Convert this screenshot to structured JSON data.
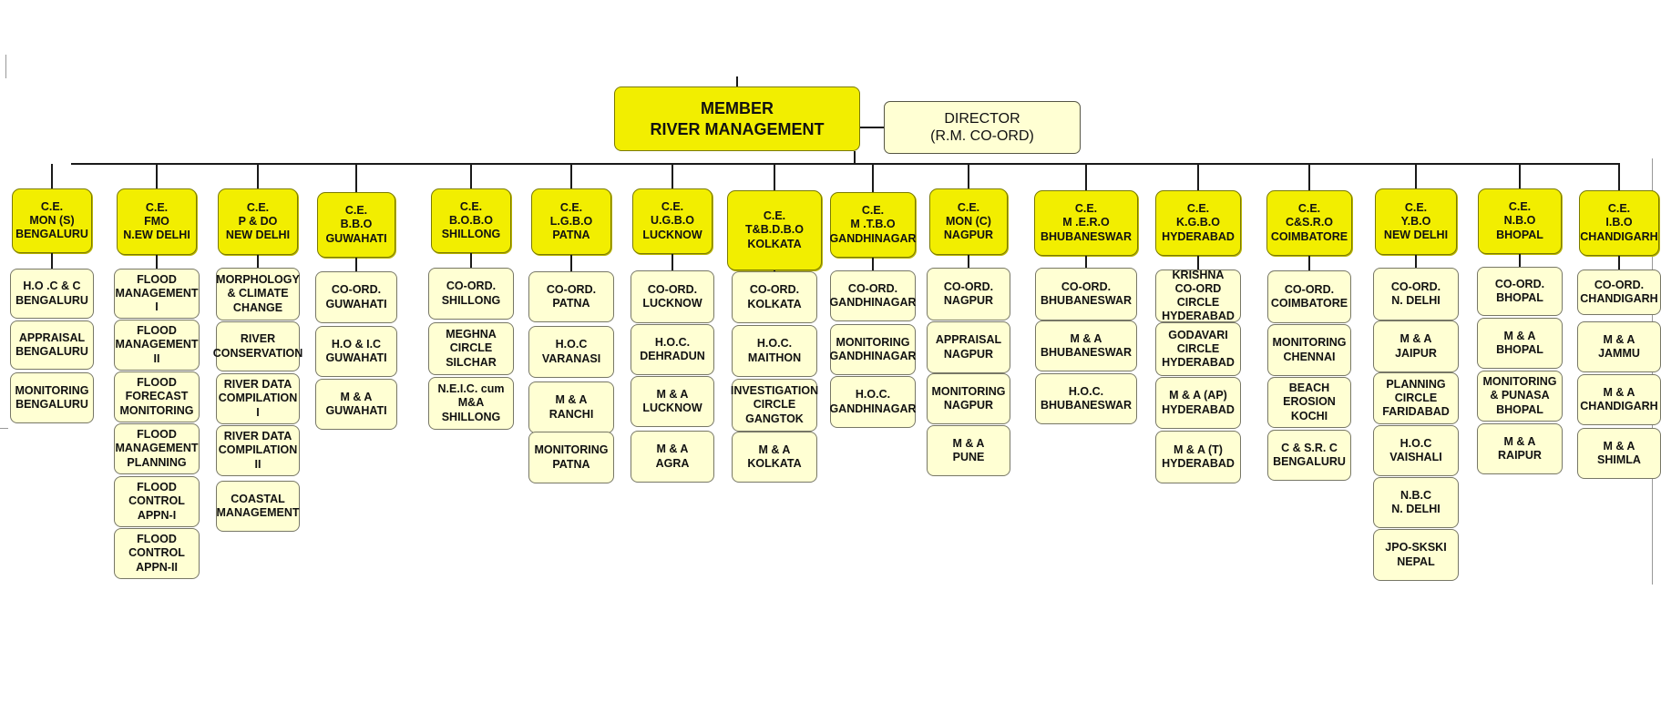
{
  "member": {
    "label": "MEMBER\nRIVER MANAGEMENT"
  },
  "director": {
    "label": "DIRECTOR\n(R.M. CO-ORD)"
  },
  "columns": [
    {
      "head": "C.E.\nMON (S)\nBENGALURU",
      "units": [
        "H.O .C & C\nBENGALURU",
        "APPRAISAL\nBENGALURU",
        "MONITORING\nBENGALURU"
      ]
    },
    {
      "head": "C.E.\nFMO\nN.EW DELHI",
      "units": [
        "FLOOD\nMANAGEMENT\nI",
        "FLOOD\nMANAGEMENT\nII",
        "FLOOD\nFORECAST\nMONITORING",
        "FLOOD\nMANAGEMENT\nPLANNING",
        "FLOOD\nCONTROL\nAPPN-I",
        "FLOOD\nCONTROL\nAPPN-II"
      ]
    },
    {
      "head": "C.E.\nP & DO\nNEW DELHI",
      "units": [
        "MORPHOLOGY\n& CLIMATE\nCHANGE",
        "RIVER\nCONSERVATION",
        "RIVER DATA\nCOMPILATION\nI",
        "RIVER DATA\nCOMPILATION\nII",
        "COASTAL\nMANAGEMENT"
      ]
    },
    {
      "head": "C.E.\nB.B.O\nGUWAHATI",
      "units": [
        "CO-ORD.\nGUWAHATI",
        "H.O & I.C\nGUWAHATI",
        "M & A\nGUWAHATI"
      ]
    },
    {
      "head": "C.E.\nB.O.B.O\nSHILLONG",
      "units": [
        "CO-ORD.\nSHILLONG",
        "MEGHNA\nCIRCLE\nSILCHAR",
        "N.E.I.C. cum\nM&A\nSHILLONG"
      ]
    },
    {
      "head": "C.E.\nL.G.B.O\nPATNA",
      "units": [
        "CO-ORD.\nPATNA",
        "H.O.C\nVARANASI",
        "M & A\nRANCHI",
        "MONITORING\nPATNA"
      ]
    },
    {
      "head": "C.E.\nU.G.B.O\nLUCKNOW",
      "units": [
        "CO-ORD.\nLUCKNOW",
        "H.O.C.\nDEHRADUN",
        "M & A\nLUCKNOW",
        "M & A\nAGRA"
      ]
    },
    {
      "head": "C.E.\nT&B.D.B.O\nKOLKATA",
      "units": [
        "CO-ORD.\nKOLKATA",
        "H.O.C.\nMAITHON",
        "INVESTIGATION\nCIRCLE\nGANGTOK",
        "M & A\nKOLKATA"
      ]
    },
    {
      "head": "C.E.\nM .T.B.O\nGANDHINAGAR",
      "units": [
        "CO-ORD.\nGANDHINAGAR",
        "MONITORING\nGANDHINAGAR",
        "H.O.C.\nGANDHINAGAR"
      ]
    },
    {
      "head": "C.E.\nMON (C)\nNAGPUR",
      "units": [
        "CO-ORD.\nNAGPUR",
        "APPRAISAL\nNAGPUR",
        "MONITORING\nNAGPUR",
        "M & A\nPUNE"
      ]
    },
    {
      "head": "C.E.\nM .E.R.O\nBHUBANESWAR",
      "units": [
        "CO-ORD.\nBHUBANESWAR",
        "M & A\nBHUBANESWAR",
        "H.O.C.\nBHUBANESWAR"
      ]
    },
    {
      "head": "C.E.\nK.G.B.O\nHYDERABAD",
      "units": [
        "KRISHNA\nCO-ORD CIRCLE\nHYDERABAD",
        "GODAVARI\nCIRCLE\nHYDERABAD",
        "M & A (AP)\nHYDERABAD",
        "M & A (T)\nHYDERABAD"
      ]
    },
    {
      "head": "C.E.\nC&S.R.O\nCOIMBATORE",
      "units": [
        "CO-ORD.\nCOIMBATORE",
        "MONITORING\nCHENNAI",
        "BEACH\nEROSION\nKOCHI",
        "C & S.R. C\nBENGALURU"
      ]
    },
    {
      "head": "C.E.\nY.B.O\nNEW DELHI",
      "units": [
        "CO-ORD.\nN. DELHI",
        "M & A\nJAIPUR",
        "PLANNING\nCIRCLE\nFARIDABAD",
        "H.O.C\nVAISHALI",
        "N.B.C\nN. DELHI",
        "JPO-SKSKI\nNEPAL"
      ]
    },
    {
      "head": "C.E.\nN.B.O\nBHOPAL",
      "units": [
        "CO-ORD.\nBHOPAL",
        "M & A\nBHOPAL",
        "MONITORING\n& PUNASA\nBHOPAL",
        "M & A\nRAIPUR"
      ]
    },
    {
      "head": "C.E.\nI.B.O\nCHANDIGARH",
      "units": [
        "CO-ORD.\nCHANDIGARH",
        "M & A\nJAMMU",
        "M & A\nCHANDIGARH",
        "M & A\nSHIMLA"
      ]
    }
  ],
  "colors": {
    "head_fill": "#f2ee00",
    "unit_fill": "#ffffd3",
    "line": "#1a1a1a"
  }
}
